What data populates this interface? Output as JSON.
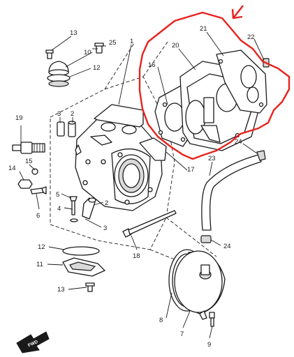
{
  "colors": {
    "highlight": "#e8221c",
    "line": "#1a1a1a"
  },
  "callouts": {
    "n1": "1",
    "n2a": "2",
    "n2b": "2",
    "n3a": "3",
    "n3b": "3",
    "n4": "4",
    "n5": "5",
    "n6": "6",
    "n7": "7",
    "n8": "8",
    "n9": "9",
    "n10": "10",
    "n11": "11",
    "n12a": "12",
    "n12b": "12",
    "n13a": "13",
    "n13b": "13",
    "n14": "14",
    "n15": "15",
    "n16": "16",
    "n17": "17",
    "n18": "18",
    "n19": "19",
    "n20": "20",
    "n21": "21",
    "n22": "22",
    "n23": "23",
    "n24a": "24",
    "n24b": "24",
    "n25": "25"
  },
  "fwd_label": "FWD",
  "icons": {
    "highlight_arrow": "arrow-down-left-icon",
    "fwd": "fwd-arrow-icon"
  }
}
